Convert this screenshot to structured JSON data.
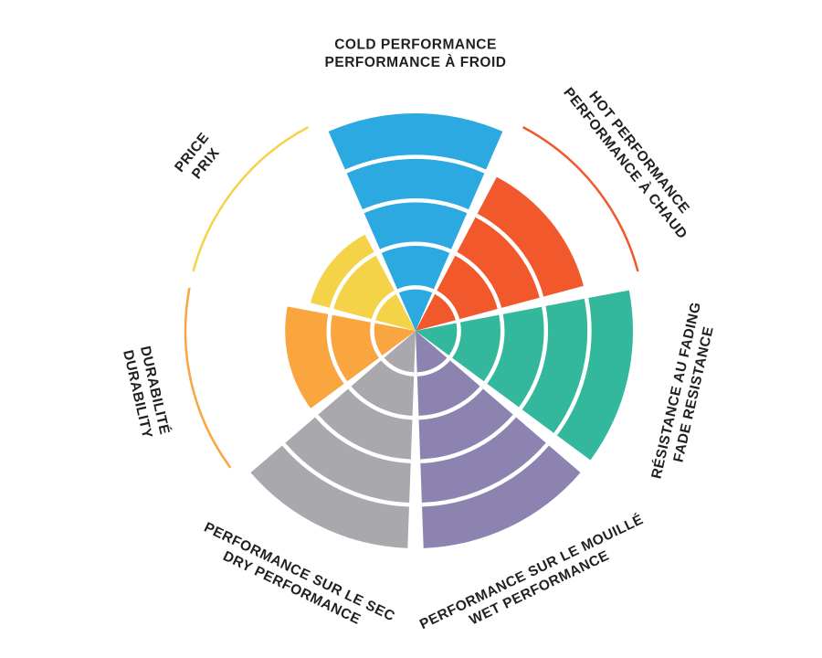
{
  "chart_data": {
    "type": "polar-sector-wheel",
    "title": "",
    "legend": "none",
    "max_value": 5,
    "rings": 5,
    "background": "#FFFFFF",
    "text_color": "#231F20",
    "sectors": [
      {
        "id": "cold-performance",
        "lines": [
          "COLD PERFORMANCE",
          "PERFORMANCE À FROID"
        ],
        "value": 5,
        "color": "#2BA9E0"
      },
      {
        "id": "hot-performance",
        "lines": [
          "HOT PERFORMANCE",
          "PERFORMANCE À CHAUD"
        ],
        "value": 4,
        "color": "#F1592C"
      },
      {
        "id": "fade-resistance",
        "lines": [
          "RÉSISTANCE AU FADING",
          "FADE RESISTANCE"
        ],
        "value": 5,
        "color": "#33B89D"
      },
      {
        "id": "wet-performance",
        "lines": [
          "PERFORMANCE SUR LE MOUILLÉ",
          "WET PERFORMANCE"
        ],
        "value": 5,
        "color": "#8C83B1"
      },
      {
        "id": "dry-performance",
        "lines": [
          "PERFORMANCE SUR LE SEC",
          "DRY PERFORMANCE"
        ],
        "value": 5,
        "color": "#A9A9AD"
      },
      {
        "id": "durability",
        "lines": [
          "DURABILITÉ",
          "DURABILITY"
        ],
        "value": 3,
        "color": "#F9A640"
      },
      {
        "id": "price",
        "lines": [
          "PRICE",
          "PRIX"
        ],
        "value": 2.5,
        "color": "#F4D349"
      }
    ]
  }
}
